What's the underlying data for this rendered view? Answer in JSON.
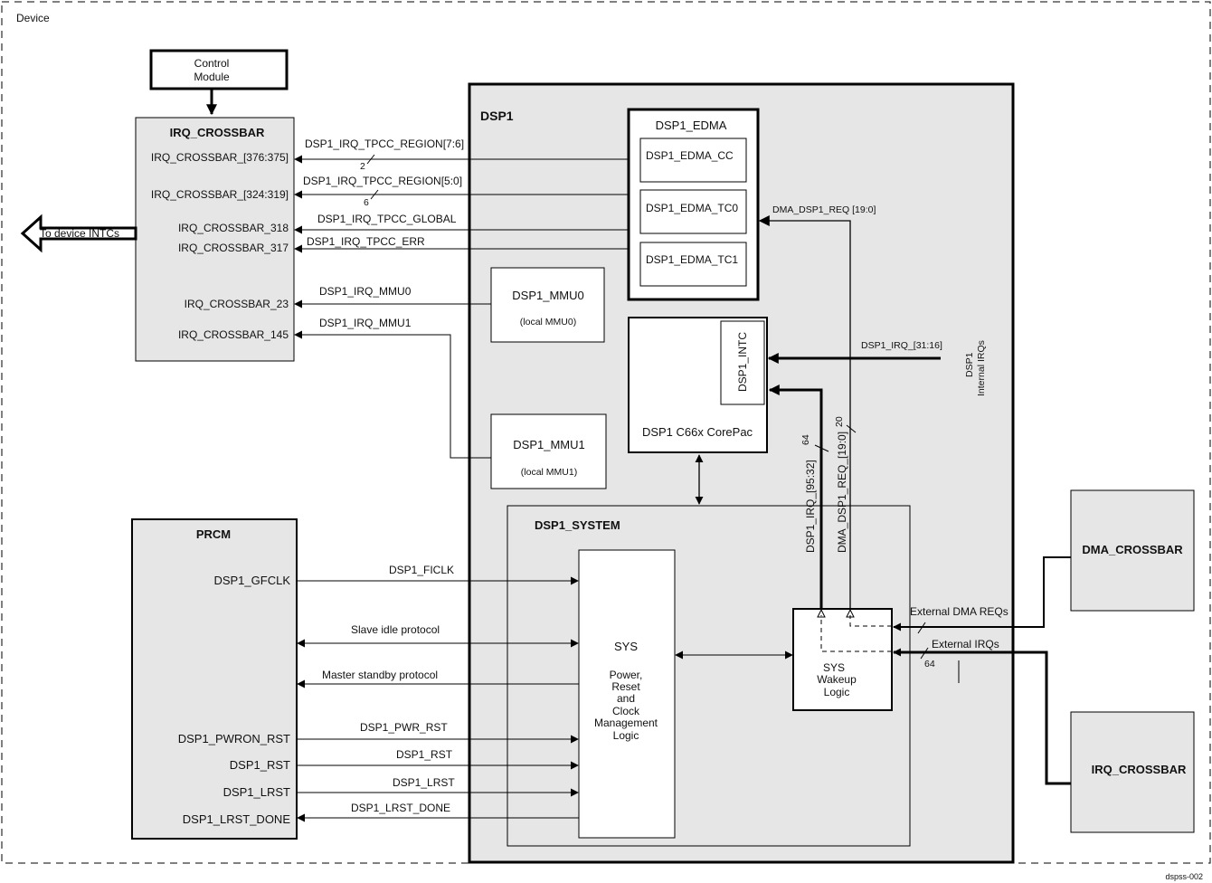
{
  "device_label": "Device",
  "footer_code": "dspss-002",
  "control_module": {
    "line1": "Control",
    "line2": "Module"
  },
  "irq_crossbar_left": {
    "title": "IRQ_CROSSBAR",
    "ports": [
      "IRQ_CROSSBAR_[376:375]",
      "IRQ_CROSSBAR_[324:319]",
      "IRQ_CROSSBAR_318",
      "IRQ_CROSSBAR_317",
      "IRQ_CROSSBAR_23",
      "IRQ_CROSSBAR_145"
    ]
  },
  "to_device_intcs": "To device INTCs",
  "dsp1": {
    "title": "DSP1"
  },
  "edma": {
    "title": "DSP1_EDMA",
    "cc": "DSP1_EDMA_CC",
    "tc0": "DSP1_EDMA_TC0",
    "tc1": "DSP1_EDMA_TC1"
  },
  "signals": {
    "region76": "DSP1_IRQ_TPCC_REGION[7:6]",
    "region76_width": "2",
    "region50": "DSP1_IRQ_TPCC_REGION[5:0]",
    "region50_width": "6",
    "global": "DSP1_IRQ_TPCC_GLOBAL",
    "err": "DSP1_IRQ_TPCC_ERR",
    "mmu0": "DSP1_IRQ_MMU0",
    "mmu1": "DSP1_IRQ_MMU1",
    "dma_req": "DMA_DSP1_REQ [19:0]",
    "irq_31_16": "DSP1_IRQ_[31:16]",
    "internal_irqs_1": "DSP1",
    "internal_irqs_2": "Internal IRQs",
    "irq_95_32": "DSP1_IRQ_[95:32]",
    "irq_95_32_width": "64",
    "dma_req_v": "DMA_DSP1_REQ_[19:0]",
    "dma_req_v_width": "20",
    "ext_dma": "External DMA REQs",
    "ext_irq": "External IRQs",
    "ext_irq_width": "64"
  },
  "mmu0": {
    "title": "DSP1_MMU0",
    "sub": "(local MMU0)"
  },
  "mmu1": {
    "title": "DSP1_MMU1",
    "sub": "(local MMU1)"
  },
  "corepac": {
    "title": "DSP1 C66x CorePac",
    "intc": "DSP1_INTC"
  },
  "system": {
    "title": "DSP1_SYSTEM"
  },
  "sys_block": {
    "title": "SYS",
    "lines": [
      "Power,",
      "Reset",
      "and",
      "Clock",
      "Management",
      "Logic"
    ]
  },
  "wakeup": {
    "lines": [
      "SYS",
      "Wakeup",
      "Logic"
    ]
  },
  "dma_crossbar": "DMA_CROSSBAR",
  "irq_crossbar_right": "IRQ_CROSSBAR",
  "prcm": {
    "title": "PRCM",
    "ports": [
      "DSP1_GFCLK",
      "DSP1_PWRON_RST",
      "DSP1_RST",
      "DSP1_LRST",
      "DSP1_LRST_DONE"
    ]
  },
  "prcm_signals": {
    "ficlk": "DSP1_FICLK",
    "slave_idle": "Slave idle protocol",
    "master_standby": "Master standby protocol",
    "pwr_rst": "DSP1_PWR_RST",
    "rst": "DSP1_RST",
    "lrst": "DSP1_LRST",
    "lrst_done": "DSP1_LRST_DONE"
  }
}
